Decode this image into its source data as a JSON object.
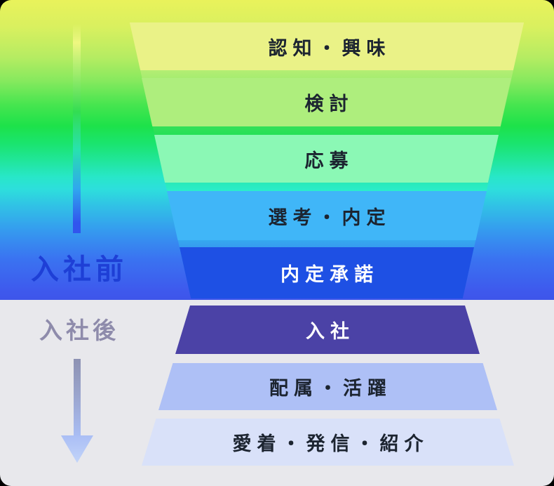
{
  "background": {
    "top_gradient": [
      "#e9f25b",
      "#1de24a",
      "#2ddfdc",
      "#3e55ea"
    ],
    "bottom_color": "#e8e8ec"
  },
  "phases": {
    "pre": {
      "label": "入社前",
      "color": "#1e3fd6"
    },
    "post": {
      "label": "入社後",
      "color": "#8e8bab"
    }
  },
  "funnel": {
    "stages": [
      {
        "label": "認知・興味",
        "fill": "#eaf287",
        "text_color": "#1c2430",
        "phase": "入社前"
      },
      {
        "label": "検討",
        "fill": "#aeee7d",
        "text_color": "#1c2430",
        "phase": "入社前"
      },
      {
        "label": "応募",
        "fill": "#8bf8b5",
        "text_color": "#1c2430",
        "phase": "入社前"
      },
      {
        "label": "選考・内定",
        "fill": "#40b6f8",
        "text_color": "#1c2430",
        "phase": "入社前"
      },
      {
        "label": "内定承諾",
        "fill": "#1e50e4",
        "text_color": "#ffffff",
        "phase": "入社前"
      },
      {
        "label": "入社",
        "fill": "#4b42a6",
        "text_color": "#ffffff",
        "phase": "入社後"
      },
      {
        "label": "配属・活躍",
        "fill": "#aec0f6",
        "text_color": "#1c2430",
        "phase": "入社後"
      },
      {
        "label": "愛着・発信・紹介",
        "fill": "#d9e1f9",
        "text_color": "#1c2430",
        "phase": "入社後"
      }
    ]
  }
}
